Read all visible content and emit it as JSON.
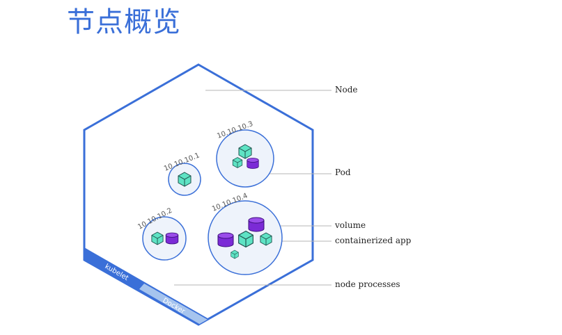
{
  "title": "节点概览",
  "labels": {
    "node": "Node",
    "pod": "Pod",
    "volume": "volume",
    "containerized_app": "containerized app",
    "node_processes": "node processes"
  },
  "pods": [
    {
      "ip": "10.10.10.1"
    },
    {
      "ip": "10.10.10.2"
    },
    {
      "ip": "10.10.10.3"
    },
    {
      "ip": "10.10.10.4"
    }
  ],
  "processes": {
    "kubelet": "kubelet",
    "docker": "Docker"
  },
  "colors": {
    "accent": "#3a6fd8",
    "container": "#5ee3c4",
    "volume": "#7b2bd6",
    "pod_fill": "#eef3fb",
    "docker_band": "#a6c4ee"
  }
}
